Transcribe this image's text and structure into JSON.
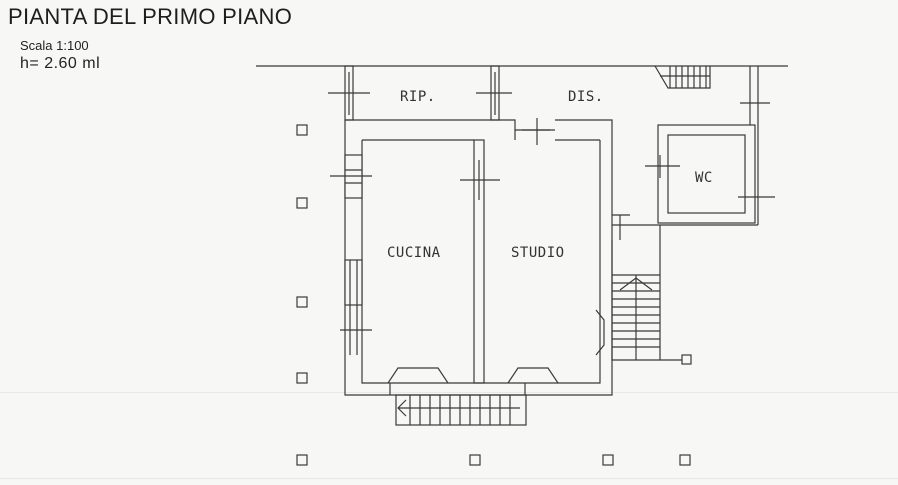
{
  "header": {
    "title": "PIANTA DEL PRIMO PIANO",
    "scale": "Scala 1:100",
    "height": "h= 2.60 ml"
  },
  "rooms": {
    "rip": "RIP.",
    "dis": "DIS.",
    "wc": "WC",
    "cucina": "CUCINA",
    "studio": "STUDIO"
  },
  "colors": {
    "line": "#3a3a3a",
    "paper": "#f7f7f5"
  }
}
